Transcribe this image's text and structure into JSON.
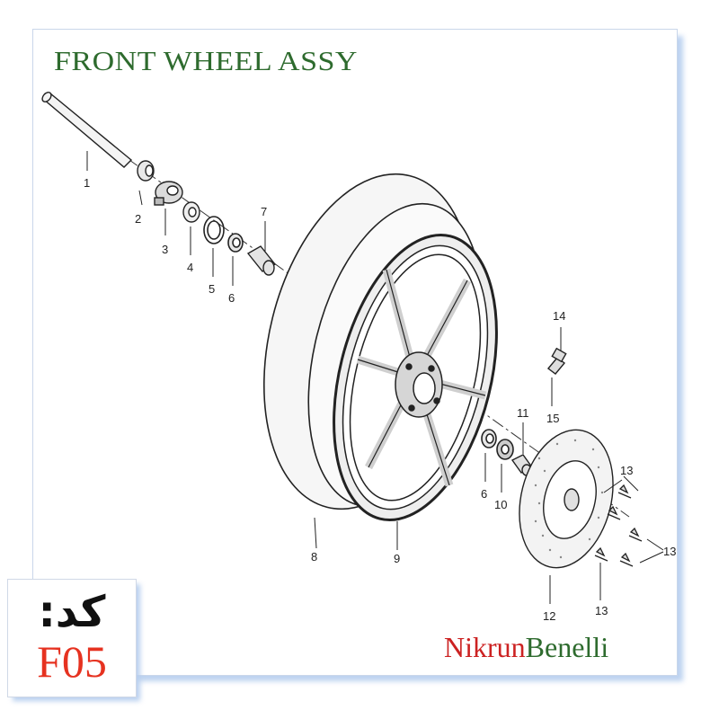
{
  "title": "FRONT WHEEL ASSY",
  "code": {
    "label": "کد:",
    "value": "F05"
  },
  "brand": {
    "part1": "Nikrun",
    "part2": "Benelli"
  },
  "callouts": [
    "1",
    "2",
    "3",
    "4",
    "5",
    "6",
    "7",
    "14",
    "15",
    "11",
    "6",
    "10",
    "13",
    "8",
    "9",
    "12",
    "13",
    "13"
  ],
  "colors": {
    "title": "#2e6b2e",
    "code": "#e63220",
    "brand_red": "#cc2222",
    "brand_green": "#2e6b2e"
  }
}
